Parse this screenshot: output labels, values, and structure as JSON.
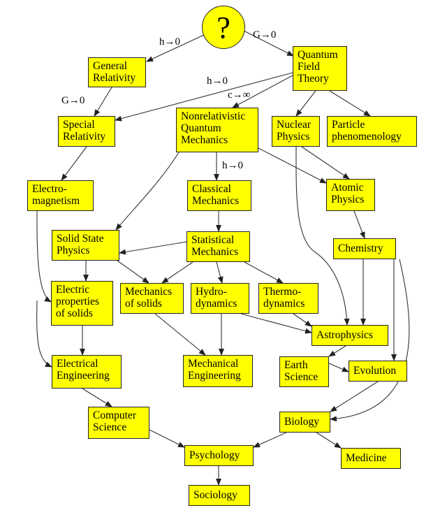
{
  "top_symbol": "?",
  "nodes": {
    "general_relativity": "General\nRelativity",
    "quantum_field_theory": "Quantum\nField\nTheory",
    "special_relativity": "Special\nRelativity",
    "nonrel_qm": "Nonrelativistic\nQuantum\nMechanics",
    "nuclear_physics": "Nuclear\nPhysics",
    "particle_phenomenology": "Particle\nphenomenology",
    "electromagnetism": "Electro-\nmagnetism",
    "classical_mechanics": "Classical\nMechanics",
    "atomic_physics": "Atomic\nPhysics",
    "solid_state_physics": "Solid State\nPhysics",
    "statistical_mechanics": "Statistical\nMechanics",
    "chemistry": "Chemistry",
    "electric_properties": "Electric\nproperties\nof solids",
    "mechanics_of_solids": "Mechanics\nof solids",
    "hydrodynamics": "Hydro-\ndynamics",
    "thermodynamics": "Thermo-\ndynamics",
    "astrophysics": "Astrophysics",
    "electrical_engineering": "Electrical\nEngineering",
    "mechanical_engineering": "Mechanical\nEngineering",
    "earth_science": "Earth\nScience",
    "evolution": "Evolution",
    "computer_science": "Computer\nScience",
    "biology": "Biology",
    "psychology": "Psychology",
    "medicine": "Medicine",
    "sociology": "Sociology"
  },
  "edge_labels": {
    "q_to_gr": "h→0",
    "q_to_qft": "G→0",
    "gr_to_sr": "G→0",
    "qft_to_sr": "h→0",
    "qft_to_nrqm": "c→∞",
    "nrqm_to_cm": "h→0"
  },
  "colors": {
    "node_fill": "#ffff00",
    "edge": "#333333"
  }
}
